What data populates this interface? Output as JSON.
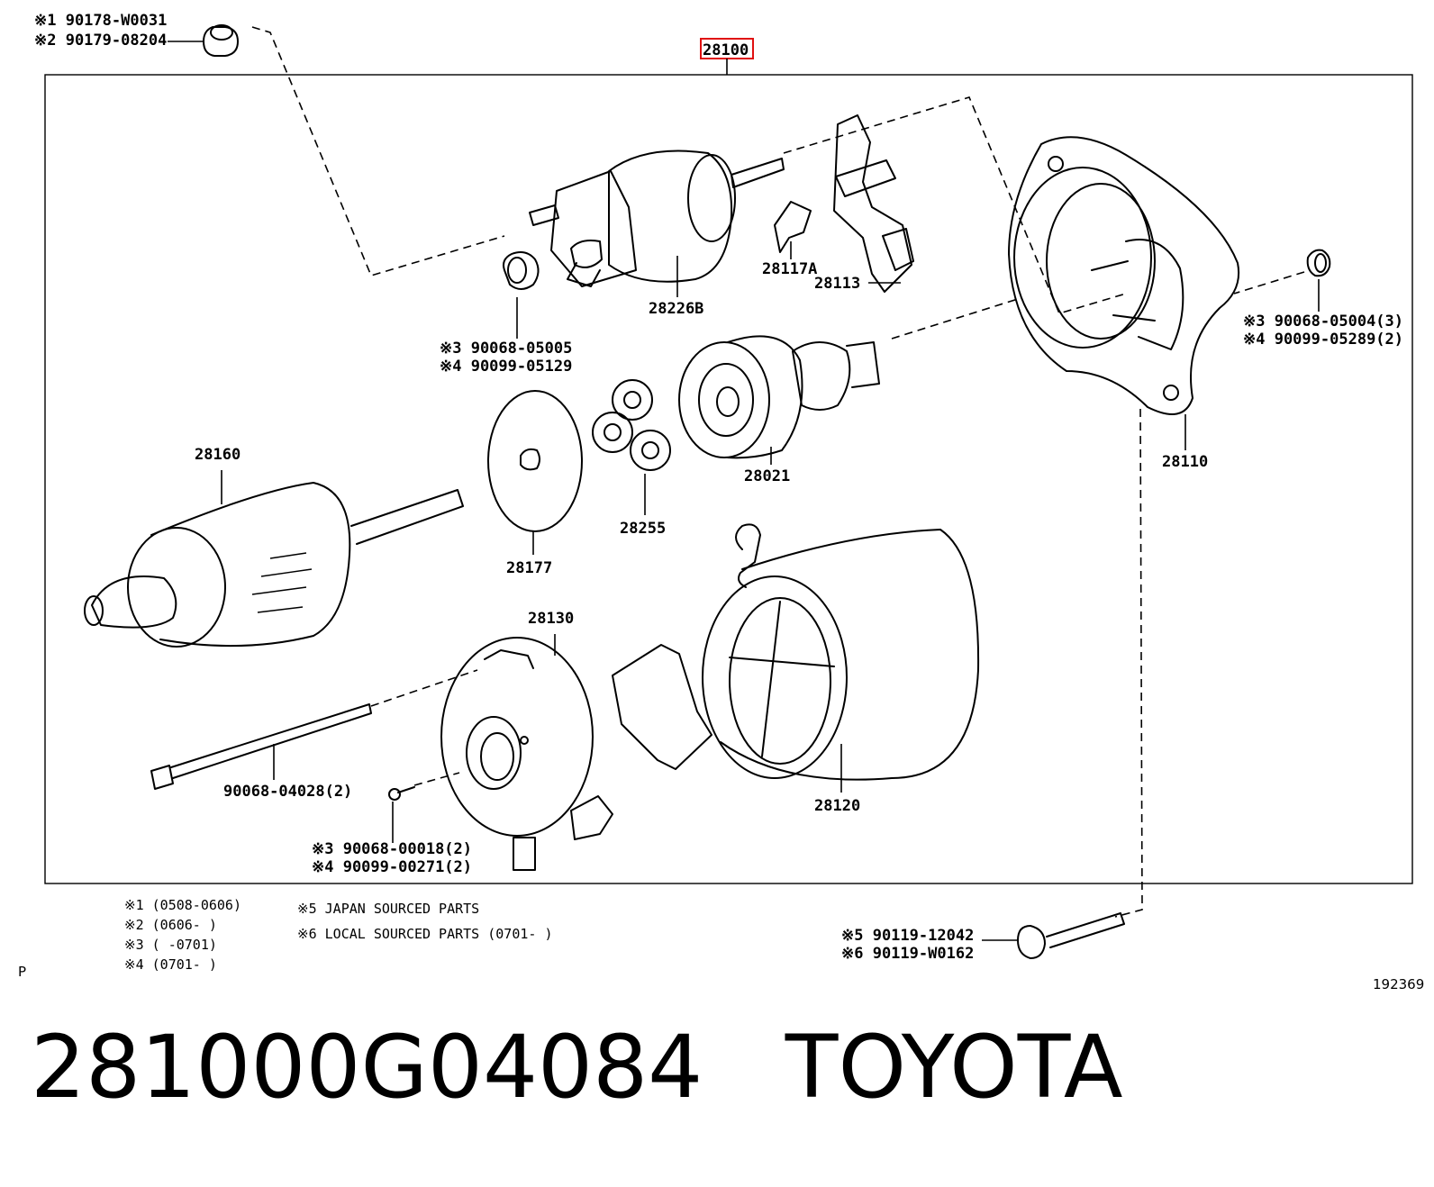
{
  "diagram": {
    "assembly_number": "28100",
    "highlight_color": "#e01010",
    "parts": {
      "p28226b": "28226B",
      "p28117a": "28117A",
      "p28113": "28113",
      "p28110": "28110",
      "p28021": "28021",
      "p28255": "28255",
      "p28177": "28177",
      "p28160": "28160",
      "p28130": "28130",
      "p28120": "28120",
      "bolt_long": "90068-04028(2)"
    },
    "fasteners": {
      "top_left_1": "※1 90178-W0031",
      "top_left_2": "※2 90179-08204",
      "nut_mid_3": "※3 90068-05005",
      "nut_mid_4": "※4 90099-05129",
      "nut_right_3": "※3 90068-05004(3)",
      "nut_right_4": "※4 90099-05289(2)",
      "screw_3": "※3 90068-00018(2)",
      "screw_4": "※4 90099-00271(2)",
      "bolt_5": "※5 90119-12042",
      "bolt_6": "※6 90119-W0162"
    },
    "notes": {
      "n1": "※1 (0508-0606)",
      "n2": "※2 (0606-     )",
      "n3": "※3 (      -0701)",
      "n4": "※4 (0701-      )",
      "n5": "※5 JAPAN SOURCED PARTS",
      "n6": "※6 LOCAL SOURCED PARTS (0701-     )"
    },
    "corner_left": "P",
    "corner_right": "192369"
  },
  "caption": {
    "part_number": "281000G04084",
    "brand": "TOYOTA"
  }
}
